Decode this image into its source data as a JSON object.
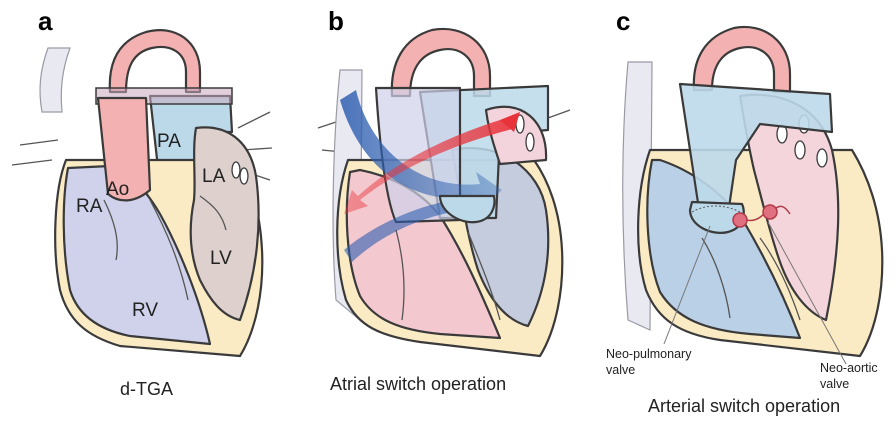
{
  "panels": [
    {
      "letter": "a",
      "caption": "d-TGA",
      "labels": {
        "ao": "Ao",
        "pa": "PA",
        "la": "LA",
        "ra": "RA",
        "lv": "LV",
        "rv": "RV"
      }
    },
    {
      "letter": "b",
      "caption": "Atrial switch operation"
    },
    {
      "letter": "c",
      "caption": "Arterial switch operation",
      "callouts": {
        "neo_pulmonary_line1": "Neo-pulmonary",
        "neo_pulmonary_line2": "valve",
        "neo_aortic_line1": "Neo-aortic",
        "neo_aortic_line2": "valve"
      }
    }
  ],
  "colors": {
    "oxygenated": "#f3b1b1",
    "deoxygenated": "#bcd9ea",
    "ventricle_wall": "#fbebc4",
    "right_chambers": "#cfd2ea",
    "left_chambers": "#ddd0cd",
    "red_arrow": "#e8333a",
    "blue_arrow": "#2f5fb0",
    "outline": "#3a3a3a"
  }
}
